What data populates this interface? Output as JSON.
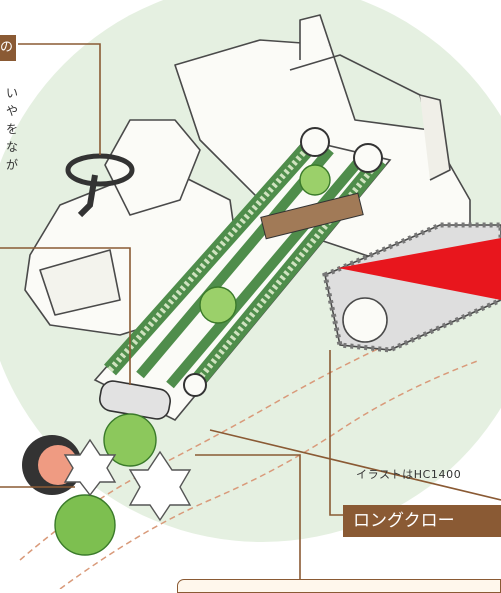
{
  "side_text": "い\nや\nを\nな\nが",
  "corner_label": "の",
  "caption": "イラストはHC1400",
  "crawler_label": "ロングクロー",
  "colors": {
    "background_circle": "#e5f0e1",
    "belt_green": "#4f8d4b",
    "belt_light": "#cfe3bf",
    "machine_white": "#fbfbf7",
    "label_brown": "#8a5a34",
    "leader_line": "#8a5a34",
    "red_beam": "#e8161d",
    "lettuce": "#7dbf50"
  },
  "icons": [
    "tractor-steering-wheel-icon",
    "seat-icon",
    "conveyor-belt-icon",
    "lettuce-icon",
    "crawler-track-icon",
    "wheel-icon",
    "star-wheel-icon"
  ]
}
